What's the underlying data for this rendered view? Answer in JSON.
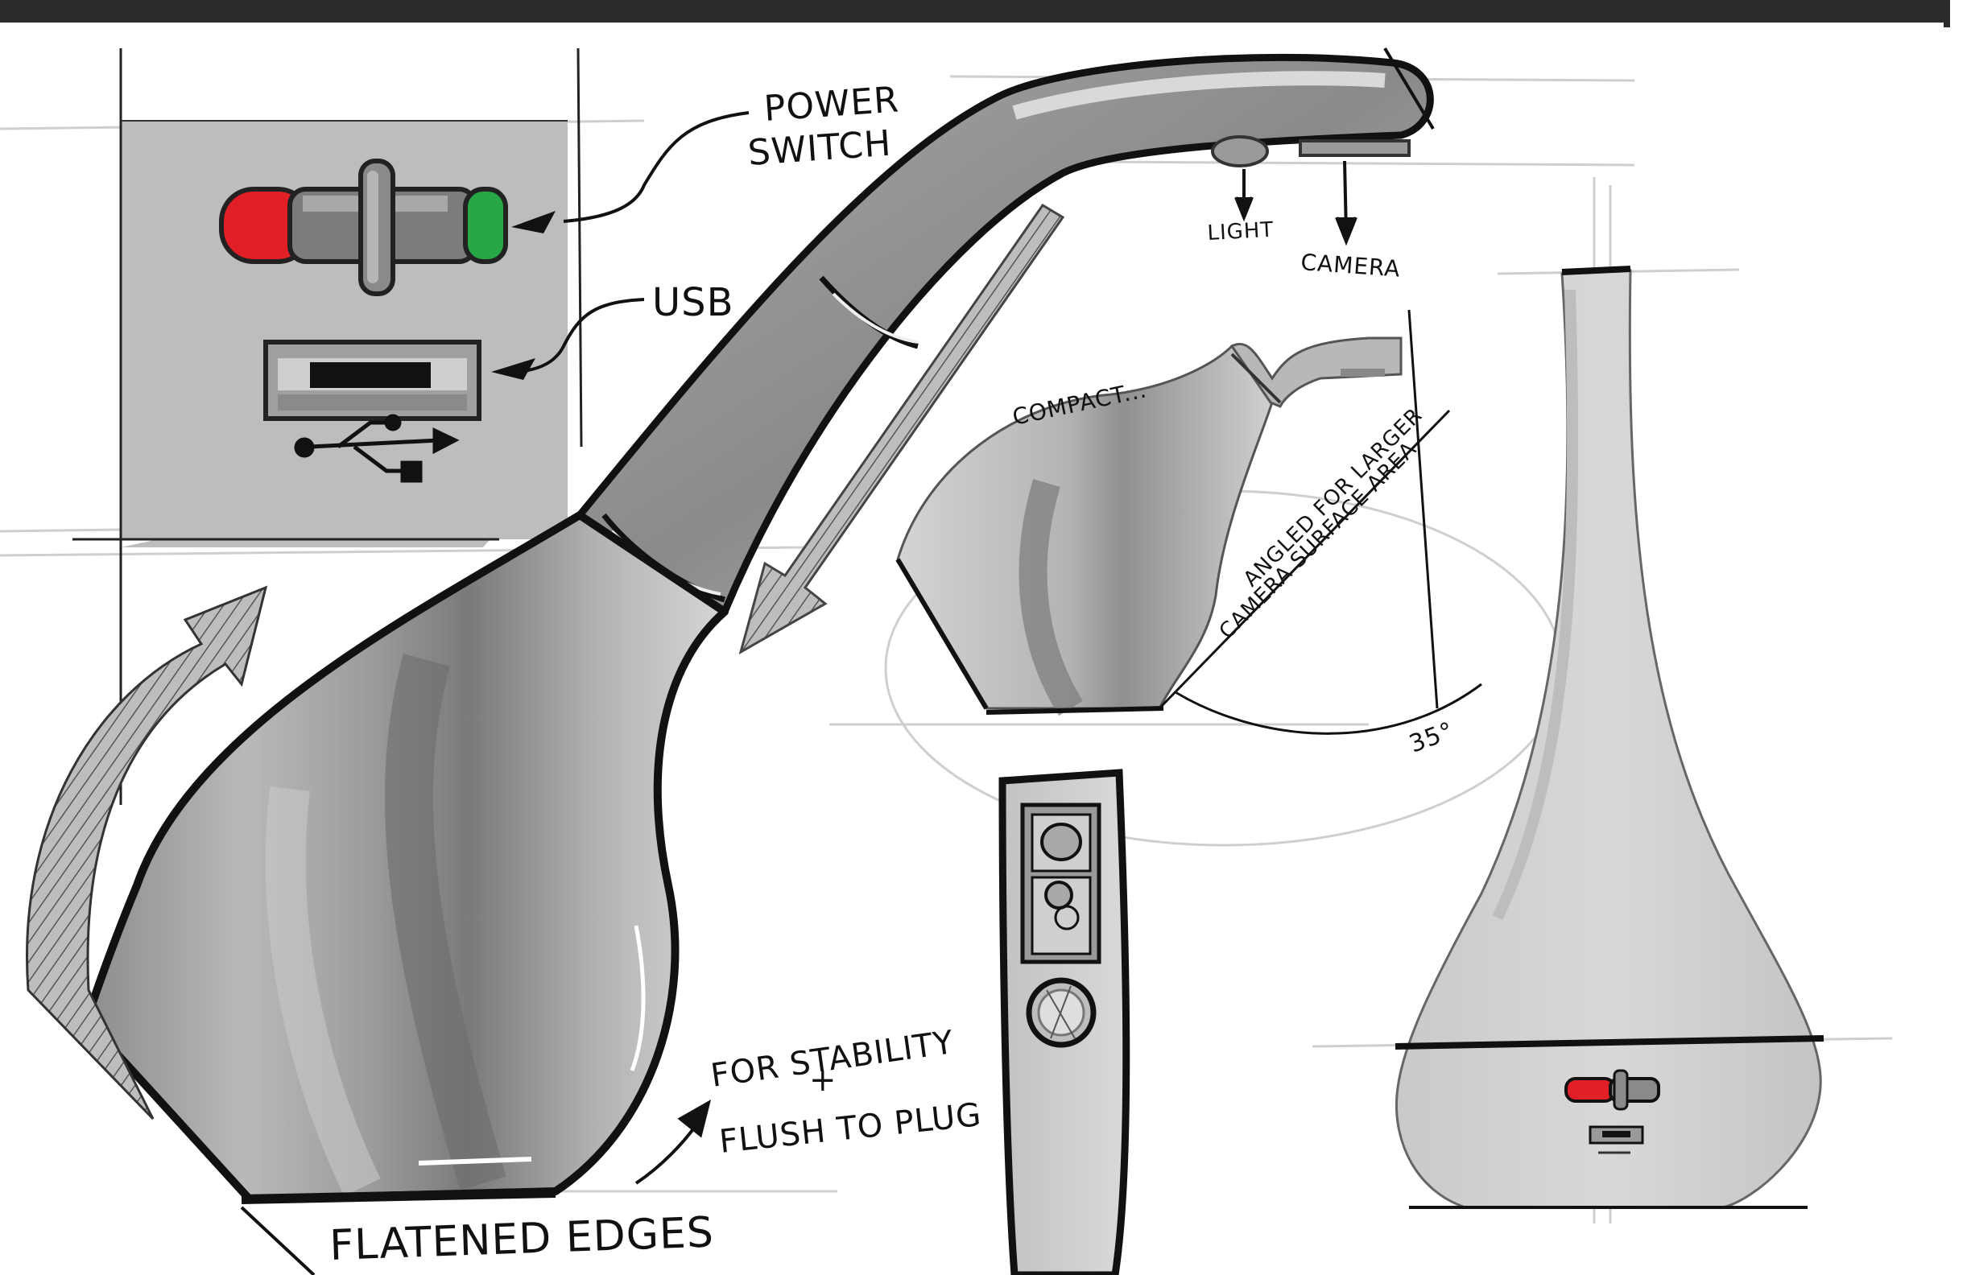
{
  "labels": {
    "power_switch_line1": "POWER",
    "power_switch_line2": "SWITCH",
    "usb": "USB",
    "light": "LIGHT",
    "camera": "CAMERA",
    "compact": "COMPACT...",
    "angled_line1": "ANGLED FOR LARGER",
    "angled_line2": "CAMERA SURFACE AREA",
    "angle_value": "35°",
    "stability_line1": "FOR STABILITY",
    "stability_plus": "+",
    "stability_line2": "FLUSH TO PLUG",
    "flattened_edges": "FLATENED EDGES"
  },
  "colors": {
    "switch_off": "#e21f26",
    "switch_on": "#27a844",
    "panel": "#bdbdbd",
    "body_light": "#cfcfcf",
    "body_mid": "#9a9a9a",
    "body_dark": "#6e6e6e",
    "outline": "#111111"
  }
}
